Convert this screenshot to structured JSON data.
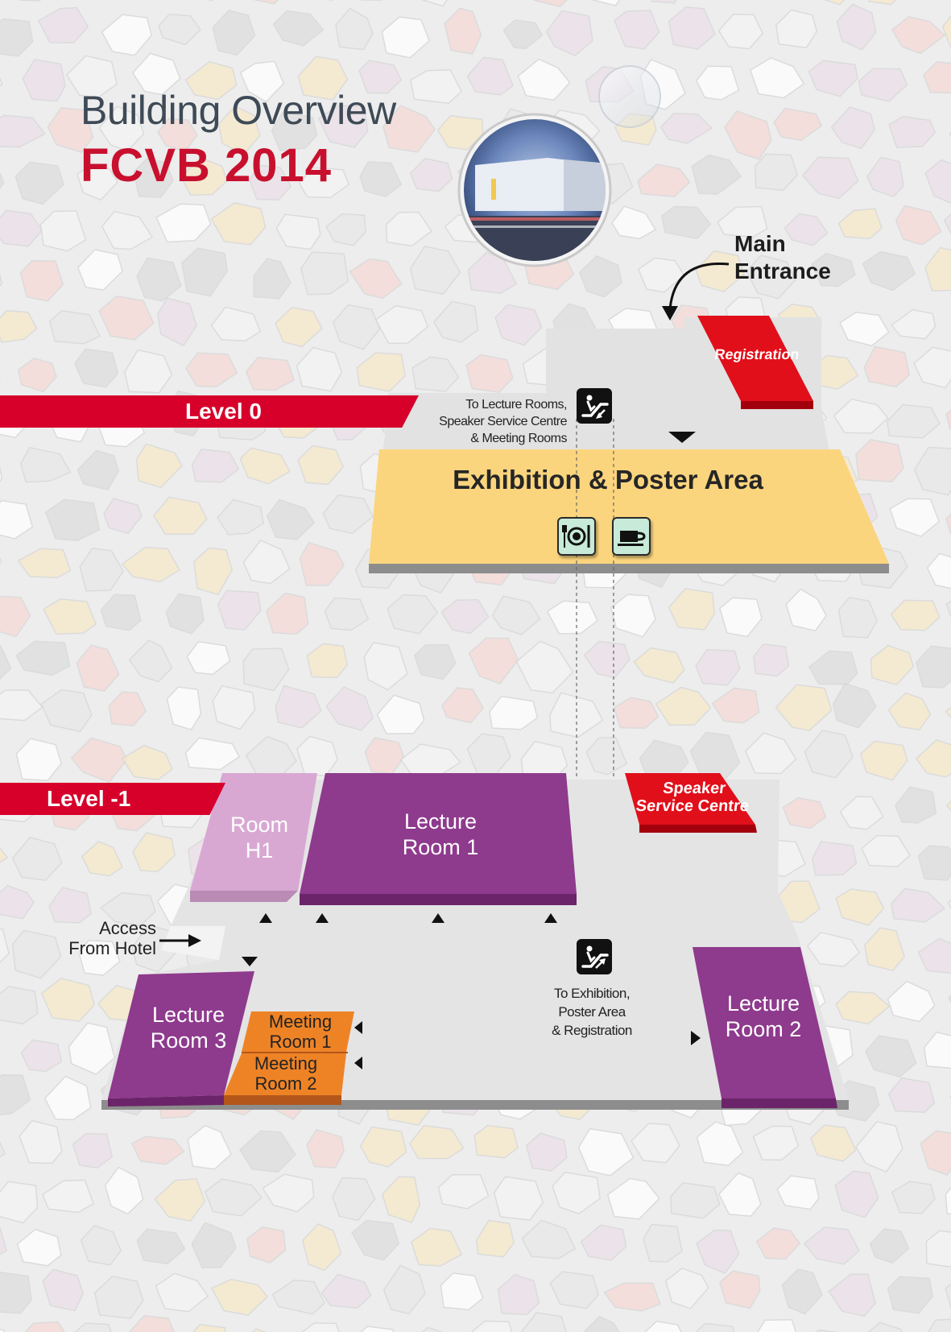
{
  "header": {
    "title": "Building Overview",
    "subtitle": "FCVB 2014"
  },
  "colors": {
    "brand_red": "#d6002a",
    "exhibition_yellow": "#fbd57e",
    "lecture_purple": "#8e3a8d",
    "room_h1_lilac": "#d8a8d3",
    "meeting_orange": "#ee8326",
    "floor_grey": "#e3e3e3"
  },
  "levels": {
    "level0": {
      "label": "Level 0",
      "entrance": "Main\nEntrance",
      "registration": "Registration",
      "escalator_note": "To Lecture Rooms,\nSpeaker Service Centre\n& Meeting Rooms",
      "exhibition": "Exhibition &  Poster Area",
      "icons": [
        "restaurant-icon",
        "coffee-icon",
        "escalator-icon"
      ]
    },
    "level_minus1": {
      "label": "Level -1",
      "room_h1": "Room\nH1",
      "lecture_room_1": "Lecture\nRoom 1",
      "lecture_room_2": "Lecture\nRoom 2",
      "lecture_room_3": "Lecture\nRoom 3",
      "meeting_room_1": "Meeting\nRoom 1",
      "meeting_room_2": "Meeting\nRoom 2",
      "speaker_service": "Speaker\nService Centre",
      "hotel_access": "Access\nFrom Hotel",
      "escalator_note": "To Exhibition,\nPoster Area\n& Registration"
    }
  }
}
